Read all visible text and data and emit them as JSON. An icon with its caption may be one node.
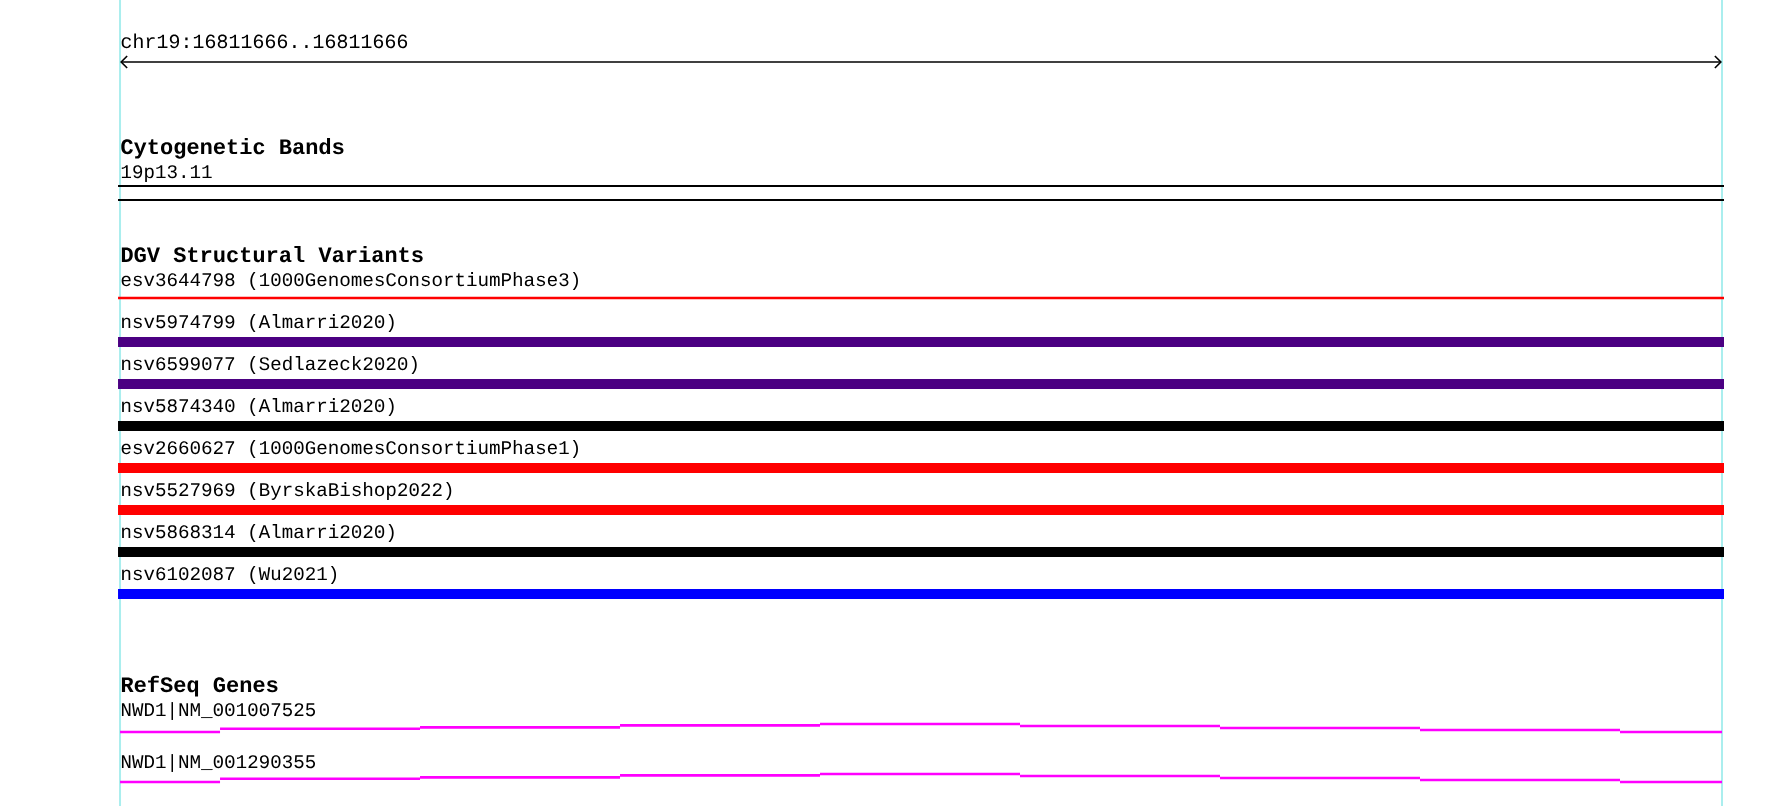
{
  "diagram": {
    "nodes": [
      {
        "text": [
          "19p13.11"
        ]
      },
      {
        "text": [
          "esv3644798 (1000GenomesConsortiumPhase3)"
        ]
      },
      {
        "text": [
          "nsv5974799 (Almarri2020)"
        ]
      },
      {
        "text": [
          "nsv6599077 (Sedlazeck2020)"
        ]
      },
      {
        "text": [
          "nsv5874340 (Almarri2020)"
        ]
      },
      {
        "text": [
          "esv2660627 (1000GenomesConsortiumPhase1)"
        ]
      },
      {
        "text": [
          "nsv5527969 (ByrskaBishop2022)"
        ]
      },
      {
        "text": [
          "nsv5868314 (Almarri2020)"
        ]
      },
      {
        "text": [
          "nsv6102087 (Wu2021)"
        ]
      },
      {
        "text": [
          "NWD1|NM_001007525"
        ]
      },
      {
        "text": [
          "NWD1|NM_001290355"
        ]
      }
    ],
    "labels": [
      "chr19:16811666..16811666",
      "Cytogenetic Bands",
      "DGV Structural Variants",
      "RefSeq Genes"
    ]
  }
}
